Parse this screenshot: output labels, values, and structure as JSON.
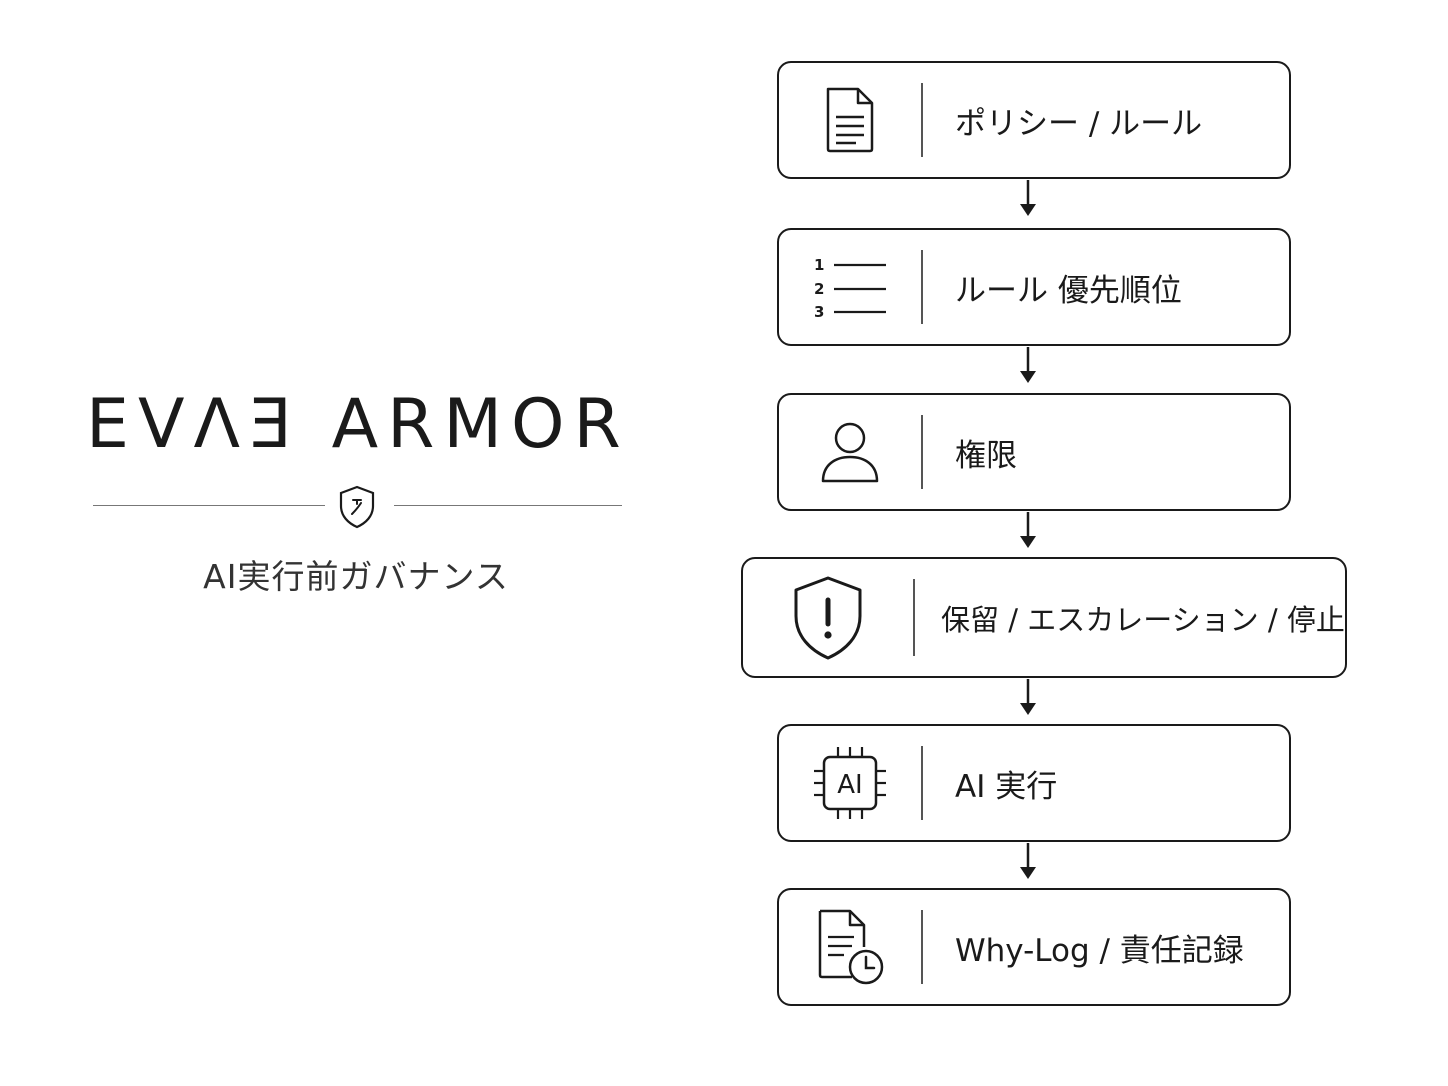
{
  "brand": {
    "title": "EVΛƎ ARMOR",
    "subtitle": "AI実行前ガバナンス",
    "emblem_icon": "shield-emblem-icon"
  },
  "flow": {
    "steps": [
      {
        "label": "ポリシー / ルール",
        "icon": "document-icon"
      },
      {
        "label": "ルール 優先順位",
        "icon": "numbered-list-icon"
      },
      {
        "label": "権限",
        "icon": "user-icon"
      },
      {
        "label": "保留 / エスカレーション / 停止",
        "icon": "shield-alert-icon"
      },
      {
        "label": "AI 実行",
        "icon": "ai-chip-icon",
        "icon_text": "AI"
      },
      {
        "label": "Why-Log / 責任記録",
        "icon": "log-clock-icon"
      }
    ],
    "list_numbers": [
      "1",
      "2",
      "3"
    ]
  },
  "colors": {
    "stroke": "#1a1a1a",
    "background": "#ffffff",
    "rule": "#777777"
  }
}
